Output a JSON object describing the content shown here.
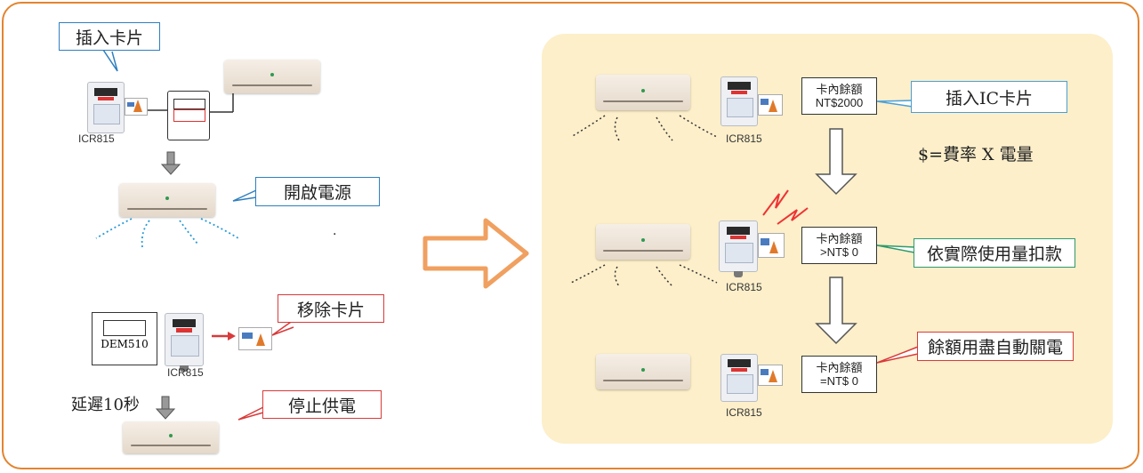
{
  "left": {
    "callout_insert_card": "插入卡片",
    "callout_power_on": "開啟電源",
    "callout_remove_card": "移除卡片",
    "callout_stop_power": "停止供電",
    "device_label": "ICR815",
    "dem_label": "DEM510",
    "delay_label": "延遲10秒",
    "dot_text": "."
  },
  "right": {
    "balance_1_line1": "卡內餘額",
    "balance_1_line2": "NT$2000",
    "balance_2_line1": "卡內餘額",
    "balance_2_line2": ">NT$ 0",
    "balance_3_line1": "卡內餘額",
    "balance_3_line2": "=NT$ 0",
    "callout_insert_ic": "插入IC卡片",
    "callout_deduct": "依實際使用量扣款",
    "callout_auto_off": "餘額用盡自動關電",
    "formula": "$=費率 X 電量",
    "device_label": "ICR815"
  },
  "colors": {
    "frame": "#e3842f",
    "panel": "#fcefca",
    "callout_blue": "#2f7fbf",
    "callout_red": "#d93a3a",
    "callout_green": "#2e9a6a",
    "airflow_blue": "#2b9ad6",
    "big_arrow": "#f0a060"
  }
}
